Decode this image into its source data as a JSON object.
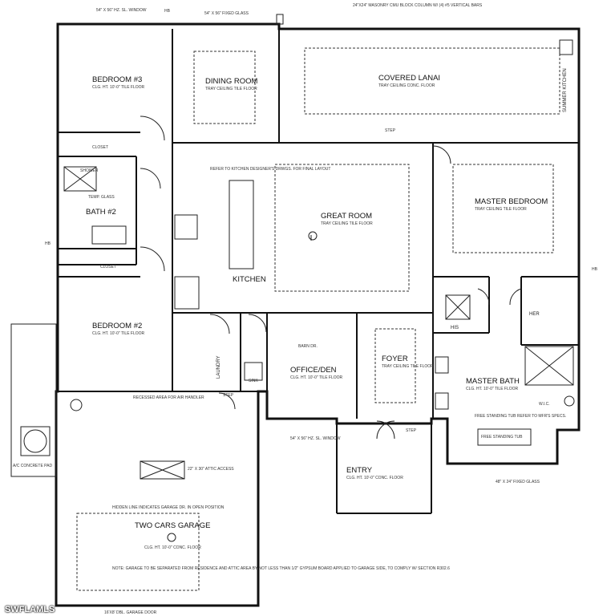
{
  "rooms": {
    "bedroom3": "BEDROOM #3",
    "dining": "DINING ROOM",
    "lanai": "COVERED LANAI",
    "summer_kitchen": "SUMMER KITCHEN",
    "great": "GREAT ROOM",
    "master_bed": "MASTER BEDROOM",
    "bath2": "BATH #2",
    "kitchen": "KITCHEN",
    "bedroom2": "BEDROOM #2",
    "his": "HIS",
    "her": "HER",
    "laundry": "LAUNDRY",
    "office": "OFFICE/DEN",
    "foyer": "FOYER",
    "master_bath": "MASTER BATH",
    "entry": "ENTRY",
    "garage": "TWO CARS GARAGE",
    "ac_pad": "A/C CONCRETE PAD"
  },
  "notes": {
    "top_window_left": "54\" X 56\" HZ. SL. WINDOW",
    "top_fixed_glass": "54\" X 56\" FIXED GLASS",
    "top_masonry": "24\"X24\" MASONRY CMU BLOCK COLUMN W/ (4) #5 VERTICAL BARS",
    "bedroom3_sub": "CLG. HT. 10'-0\" TILE FLOOR",
    "dining_sub": "TRAY CEILING TILE FLOOR",
    "lanai_sub": "TRAY CEILING CONC. FLOOR",
    "great_sub": "TRAY CEILING TILE FLOOR",
    "master_sub": "TRAY CEILING TILE FLOOR",
    "kitchen_note": "REFER TO KITCHEN DESIGNER'S DRWGS. FOR FINAL LAYOUT",
    "bedroom2_sub": "CLG. HT. 10'-0\" TILE FLOOR",
    "office_sub": "CLG. HT. 10'-0\" TILE FLOOR",
    "foyer_sub": "TRAY CEILING TILE FLOOR",
    "mbath_sub": "CLG. HT. 10'-0\" TILE FLOOR",
    "mbath_tub": "FREE STANDING TUB",
    "mbath_tub_note": "FREE STANDING TUB REFER TO MFR'S SPECS.",
    "entry_sub": "CLG. HT. 10'-0\" CONC. FLOOR",
    "garage_sub": "CLG. HT. 10'-0\" CONC. FLOOR",
    "garage_note": "NOTE: GARAGE TO BE SEPARATED FROM RESIDENCE AND ATTIC AREA BY NOT LESS THAN 1/2\" GYPSUM BOARD APPLIED TO GARAGE SIDE, TO COMPLY W/ SECTION R302.6",
    "garage_door": "16'X8' DBL. GARAGE DOOR",
    "hidden_line": "HIDDEN LINE INDICATES GARAGE DR. IN OPEN POSITION",
    "attic_access": "22\" X 30\" ATTIC ACCESS",
    "recessed": "RECESSED AREA FOR AIR HANDLER",
    "fixed_glass_right": "48\" X 24\" FIXED GLASS",
    "office_window": "54\" X 56\" HZ. SL. WINDOW",
    "closet": "CLOSET",
    "step": "STEP",
    "shower": "SHOWER",
    "temp_glass": "TEMP. GLASS",
    "barn_dr": "BARN DR.",
    "sink": "SINK",
    "wic": "W.I.C.",
    "hb": "HB"
  },
  "watermark": "SWFLAMLS"
}
